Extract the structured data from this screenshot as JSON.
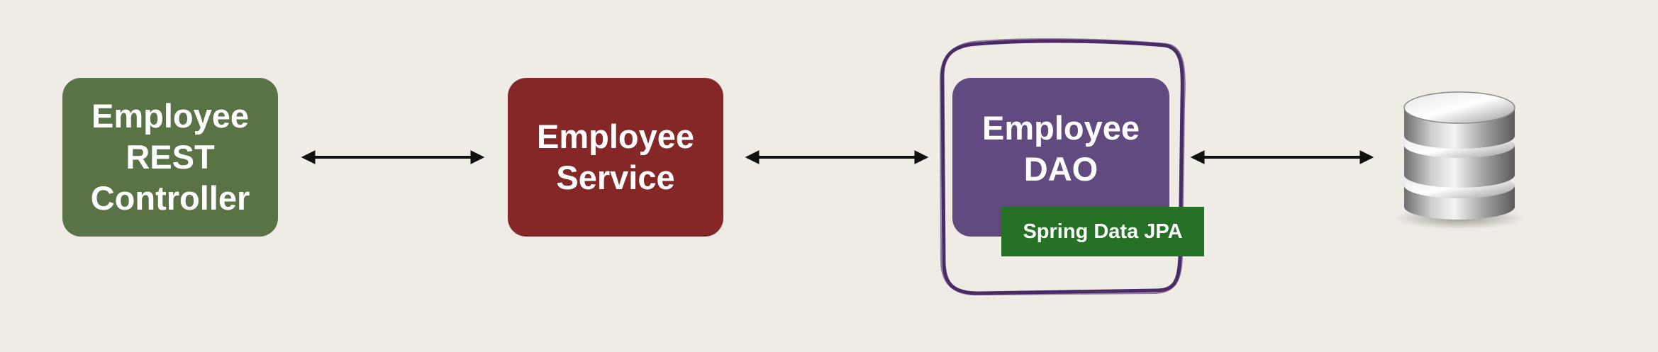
{
  "nodes": {
    "controller": {
      "lines": [
        "Employee",
        "REST",
        "Controller"
      ],
      "color": "#597346"
    },
    "service": {
      "lines": [
        "Employee",
        "Service"
      ],
      "color": "#862727"
    },
    "dao": {
      "lines": [
        "Employee",
        "DAO"
      ],
      "color": "#614a80"
    },
    "dao_tag": {
      "label": "Spring Data JPA",
      "color": "#257125"
    },
    "database": {
      "icon": "database-icon"
    }
  },
  "colors": {
    "background": "#efece6",
    "arrow": "#111111",
    "highlight_outline": "#4a2b67"
  }
}
